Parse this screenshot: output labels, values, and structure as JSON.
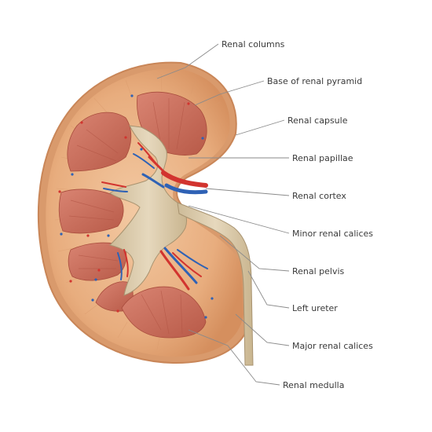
{
  "labels": {
    "renal_columns": "Renal columns",
    "base_of_renal_pyramid": "Base of renal pyramid",
    "renal_capsule": "Renal capsule",
    "renal_papillae": "Renal papillae",
    "renal_cortex": "Renal cortex",
    "minor_renal_calices": "Minor renal calices",
    "renal_pelvis": "Renal pelvis",
    "left_ureter": "Left ureter",
    "major_renal_calices": "Major renal calices",
    "renal_medulla": "Renal medulla"
  },
  "colors": {
    "capsule": "#d99a6c",
    "cortex": "#eab487",
    "pyramid": "#c8705c",
    "pyramid_stripe": "#b25545",
    "pelvis": "#d8c8a8",
    "ureter": "#d9c4a0",
    "artery": "#d2342f",
    "vein": "#2f62b5"
  }
}
